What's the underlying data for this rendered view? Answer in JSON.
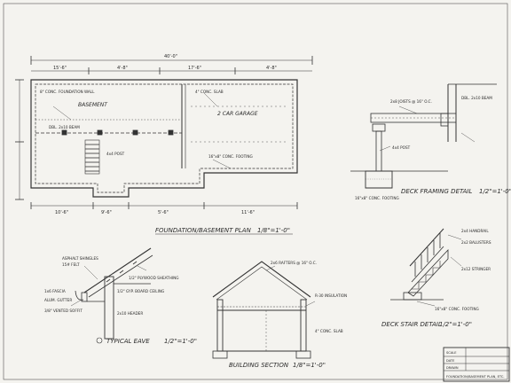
{
  "plan": {
    "overall_dim": "40'-0\"",
    "dims_top": [
      "15'-6\"",
      "4'-8\"",
      "17'-6\"",
      "4'-8\""
    ],
    "dims_bottom": [
      "10'-6\"",
      "9'-6\"",
      "5'-6\"",
      "11'-6\""
    ],
    "room_basement": "BASEMENT",
    "room_garage": "2 CAR GARAGE",
    "title": "FOUNDATION/BASEMENT PLAN",
    "scale": "1/8\"=1'-0\""
  },
  "details": {
    "deck_framing": "DECK FRAMING DETAIL",
    "deck_framing_scale": "1/2\"=1'-0\"",
    "typical_eave": "TYPICAL EAVE",
    "typical_eave_scale": "1/2\"=1'-0\"",
    "building_section": "BUILDING SECTION",
    "building_section_scale": "1/8\"=1'-0\"",
    "deck_stair": "DECK STAIR DETAIL",
    "deck_stair_scale": "1/2\"=1'-0\""
  },
  "notes": {
    "shingles": "ASPHALT SHINGLES",
    "felt": "15# FELT",
    "sheathing": "1/2\" PLYWOOD SHEATHING",
    "ceiling": "1/2\" GYP. BOARD CEILING",
    "fascia": "1x6 FASCIA",
    "soffit": "3/8\" VENTED SOFFIT",
    "gutter": "ALUM. GUTTER",
    "header": "2x10 HEADER",
    "footing": "16\"x8\" CONC. FOOTING",
    "wall": "8\" CONC. FOUNDATION WALL",
    "slab": "4\" CONC. SLAB",
    "balusters": "2x2 BALUSTERS",
    "handrail": "2x4 HANDRAIL",
    "stringer": "2x12 STRINGER",
    "joists": "2x8 JOISTS @ 16\" O.C.",
    "beam": "DBL. 2x10 BEAM",
    "post": "4x4 POST",
    "rafters": "2x6 RAFTERS @ 16\" O.C.",
    "insulation": "R-30 INSULATION"
  },
  "title_block": {
    "label1": "SCALE",
    "label2": "DATE",
    "label3": "DRAWN",
    "sheet_title": "FOUNDATION/BASEMENT PLAN, ETC."
  }
}
